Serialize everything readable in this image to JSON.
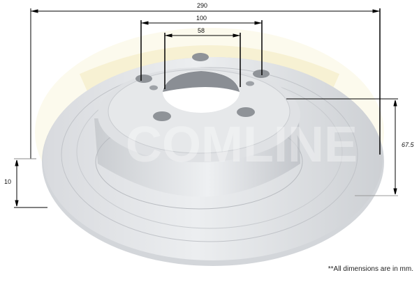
{
  "diagram": {
    "subject": "Rear brake disc (solid)",
    "watermark": "COMLINE",
    "dimensions": {
      "outer_diameter": "290",
      "pcd": "100",
      "center_bore": "58",
      "height": "67.5",
      "thickness": "10"
    },
    "note": "**All dimensions are in mm.",
    "colors": {
      "disc_light": "#e9ebee",
      "disc_mid": "#cfd2d6",
      "disc_dark": "#a9adb2",
      "line": "#000000",
      "watermark": "#f3ecc4"
    }
  }
}
